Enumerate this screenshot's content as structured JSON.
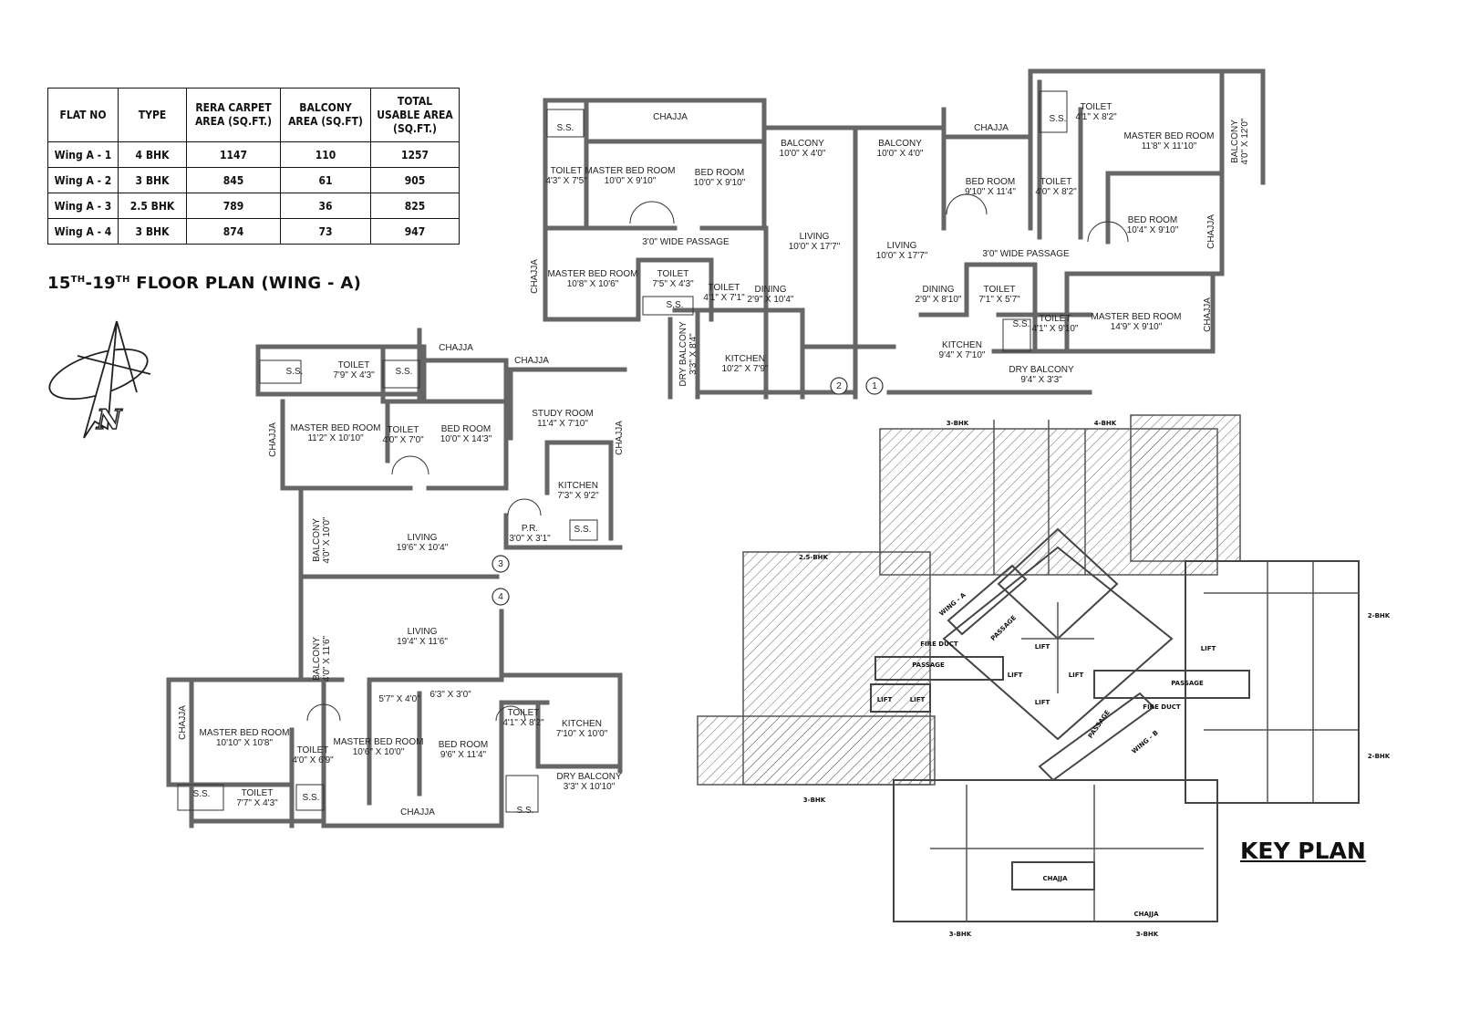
{
  "table": {
    "headers": [
      "FLAT NO",
      "TYPE",
      "RERA CARPET AREA (SQ.FT.)",
      "BALCONY AREA (SQ.FT)",
      "TOTAL USABLE AREA (SQ.FT.)"
    ],
    "rows": [
      [
        "Wing A - 1",
        "4 BHK",
        "1147",
        "110",
        "1257"
      ],
      [
        "Wing A - 2",
        "3 BHK",
        "845",
        "61",
        "905"
      ],
      [
        "Wing A - 3",
        "2.5 BHK",
        "789",
        "36",
        "825"
      ],
      [
        "Wing A - 4",
        "3 BHK",
        "874",
        "73",
        "947"
      ]
    ]
  },
  "floor_title": {
    "pre": "15",
    "sup1": "TH",
    "mid": "-19",
    "sup2": "TH",
    "post": " FLOOR PLAN (WING - A)"
  },
  "key_plan_title": "KEY PLAN",
  "compass_letter": "N",
  "colors": {
    "wall": "#666666",
    "line": "#333333",
    "hatch": "#555555"
  },
  "rooms": [
    {
      "name": "CHAJJA",
      "dim": ""
    },
    {
      "name": "S.S.",
      "dim": ""
    },
    {
      "name": "TOILET",
      "dim": "4'3\" X 7'5\""
    },
    {
      "name": "MASTER BED ROOM",
      "dim": "10'0\" X 9'10\""
    },
    {
      "name": "BED ROOM",
      "dim": "10'0\" X 9'10\""
    },
    {
      "name": "BALCONY",
      "dim": "10'0\" X 4'0\""
    },
    {
      "name": "BALCONY",
      "dim": "10'0\" X 4'0\""
    },
    {
      "name": "CHAJJA",
      "dim": ""
    },
    {
      "name": "S.S.",
      "dim": ""
    },
    {
      "name": "TOILET",
      "dim": "4'1\" X 8'2\""
    },
    {
      "name": "MASTER BED ROOM",
      "dim": "11'8\" X 11'10\""
    },
    {
      "name": "BALCONY",
      "dim": "4'0\" X 12'0\""
    },
    {
      "name": "BED ROOM",
      "dim": "9'10\" X 11'4\""
    },
    {
      "name": "TOILET",
      "dim": "4'0\" X 8'2\""
    },
    {
      "name": "BED ROOM",
      "dim": "10'4\" X 9'10\""
    },
    {
      "name": "CHAJJA",
      "dim": ""
    },
    {
      "name": "3'0\" WIDE PASSAGE",
      "dim": ""
    },
    {
      "name": "3'0\" WIDE PASSAGE",
      "dim": ""
    },
    {
      "name": "LIVING",
      "dim": "10'0\" X 17'7\""
    },
    {
      "name": "LIVING",
      "dim": "10'0\" X 17'7\""
    },
    {
      "name": "CHAJJA",
      "dim": ""
    },
    {
      "name": "MASTER BED ROOM",
      "dim": "10'8\" X 10'6\""
    },
    {
      "name": "TOILET",
      "dim": "7'5\" X 4'3\""
    },
    {
      "name": "S.S.",
      "dim": ""
    },
    {
      "name": "TOILET",
      "dim": "4'1\" X 7'1\""
    },
    {
      "name": "DINING",
      "dim": "2'9\" X 10'4\""
    },
    {
      "name": "DINING",
      "dim": "2'9\" X 8'10\""
    },
    {
      "name": "TOILET",
      "dim": "7'1\" X 5'7\""
    },
    {
      "name": "S.S.",
      "dim": ""
    },
    {
      "name": "TOILET",
      "dim": "4'1\" X 9'10\""
    },
    {
      "name": "MASTER BED ROOM",
      "dim": "14'9\" X 9'10\""
    },
    {
      "name": "CHAJJA",
      "dim": ""
    },
    {
      "name": "DRY BALCONY",
      "dim": "3'3\" X 8'4\""
    },
    {
      "name": "KITCHEN",
      "dim": "10'2\" X 7'9\""
    },
    {
      "name": "KITCHEN",
      "dim": "9'4\" X 7'10\""
    },
    {
      "name": "DRY BALCONY",
      "dim": "9'4\" X 3'3\""
    },
    {
      "name": "CHAJJA",
      "dim": ""
    },
    {
      "name": "CHAJJA",
      "dim": ""
    },
    {
      "name": "TOILET",
      "dim": "7'9\" X 4'3\""
    },
    {
      "name": "S.S.",
      "dim": ""
    },
    {
      "name": "S.S.",
      "dim": ""
    },
    {
      "name": "CHAJJA",
      "dim": ""
    },
    {
      "name": "MASTER BED ROOM",
      "dim": "11'2\" X 10'10\""
    },
    {
      "name": "TOILET",
      "dim": "4'0\" X 7'0\""
    },
    {
      "name": "BED ROOM",
      "dim": "10'0\" X 14'3\""
    },
    {
      "name": "STUDY ROOM",
      "dim": "11'4\" X 7'10\""
    },
    {
      "name": "CHAJJA",
      "dim": ""
    },
    {
      "name": "KITCHEN",
      "dim": "7'3\" X 9'2\""
    },
    {
      "name": "P.R.",
      "dim": "3'0\" X 3'1\""
    },
    {
      "name": "S.S.",
      "dim": ""
    },
    {
      "name": "BALCONY",
      "dim": "4'0\" X 10'0\""
    },
    {
      "name": "LIVING",
      "dim": "19'6\" X 10'4\""
    },
    {
      "name": "BALCONY",
      "dim": "4'0\" X 11'6\""
    },
    {
      "name": "LIVING",
      "dim": "19'4\" X 11'6\""
    },
    {
      "name": "CHAJJA",
      "dim": ""
    },
    {
      "name": "MASTER BED ROOM",
      "dim": "10'10\" X 10'8\""
    },
    {
      "name": "TOILET",
      "dim": "4'0\" X 6'9\""
    },
    {
      "name": "MASTER BED ROOM",
      "dim": "10'6\" X 10'0\""
    },
    {
      "name": "5'7\" X 4'0\"",
      "dim": ""
    },
    {
      "name": "6'3\" X 3'0\"",
      "dim": ""
    },
    {
      "name": "BED ROOM",
      "dim": "9'6\" X 11'4\""
    },
    {
      "name": "TOILET",
      "dim": "4'1\" X 8'2\""
    },
    {
      "name": "KITCHEN",
      "dim": "7'10\" X 10'0\""
    },
    {
      "name": "DRY BALCONY",
      "dim": "3'3\" X 10'10\""
    },
    {
      "name": "S.S.",
      "dim": ""
    },
    {
      "name": "TOILET",
      "dim": "7'7\" X 4'3\""
    },
    {
      "name": "S.S.",
      "dim": ""
    },
    {
      "name": "CHAJJA",
      "dim": ""
    },
    {
      "name": "S.S.",
      "dim": ""
    },
    {
      "name": "1",
      "dim": ""
    },
    {
      "name": "2",
      "dim": ""
    },
    {
      "name": "3",
      "dim": ""
    },
    {
      "name": "4",
      "dim": ""
    }
  ],
  "key_labels": [
    "3-BHK",
    "4-BHK",
    "2.5-BHK",
    "2-BHK",
    "2-BHK",
    "3-BHK",
    "3-BHK",
    "3-BHK",
    "WING - A",
    "WING - B",
    "PASSAGE",
    "PASSAGE",
    "PASSAGE",
    "PASSAGE",
    "LIFT",
    "LIFT",
    "LIFT",
    "LIFT",
    "LIFT",
    "LIFT",
    "LIFT",
    "FIRE DUCT",
    "FIRE DUCT",
    "CHAJJA",
    "CHAJJA"
  ]
}
